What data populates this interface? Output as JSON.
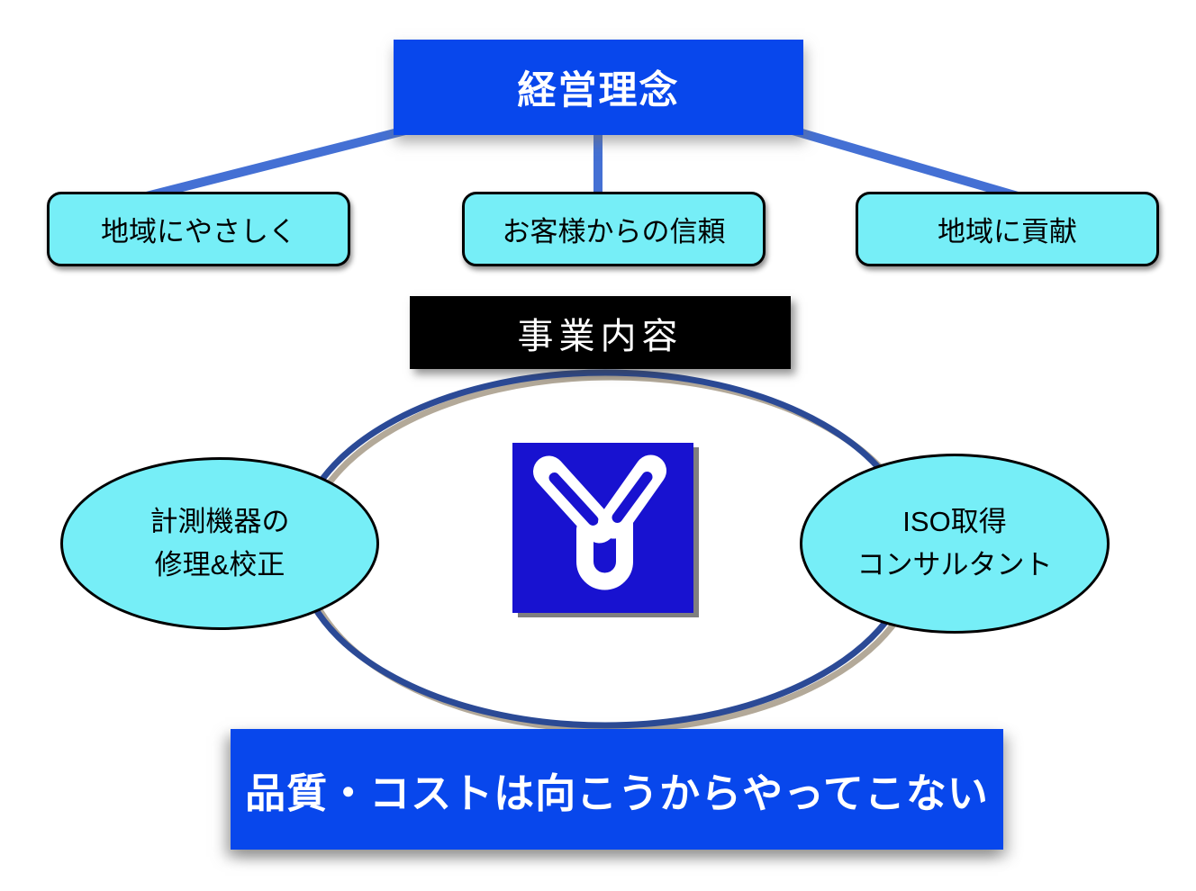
{
  "diagram": {
    "title_box": {
      "label": "経営理念"
    },
    "value_boxes": [
      {
        "label": "地域にやさしく"
      },
      {
        "label": "お客様からの信頼"
      },
      {
        "label": "地域に貢献"
      }
    ],
    "business_box": {
      "label": "事業内容"
    },
    "service_ellipses": [
      {
        "lines": [
          "計測機器の",
          "修理&校正"
        ]
      },
      {
        "lines": [
          "ISO取得",
          "コンサルタント"
        ]
      }
    ],
    "slogan_box": {
      "label": "品質・コストは向こうからやってこない"
    },
    "logo": {
      "icon": "y-logo"
    },
    "colors": {
      "primary_blue": "#0847EC",
      "connector_blue": "#4470D4",
      "cyan_fill": "#76EEF7",
      "big_ellipse_stroke": "#2B4A96",
      "big_ellipse_shadow": "#B3A999",
      "logo_blue": "#1812D0",
      "box_black": "#000000",
      "text_white": "#FFFFFF",
      "text_black": "#000000"
    }
  }
}
